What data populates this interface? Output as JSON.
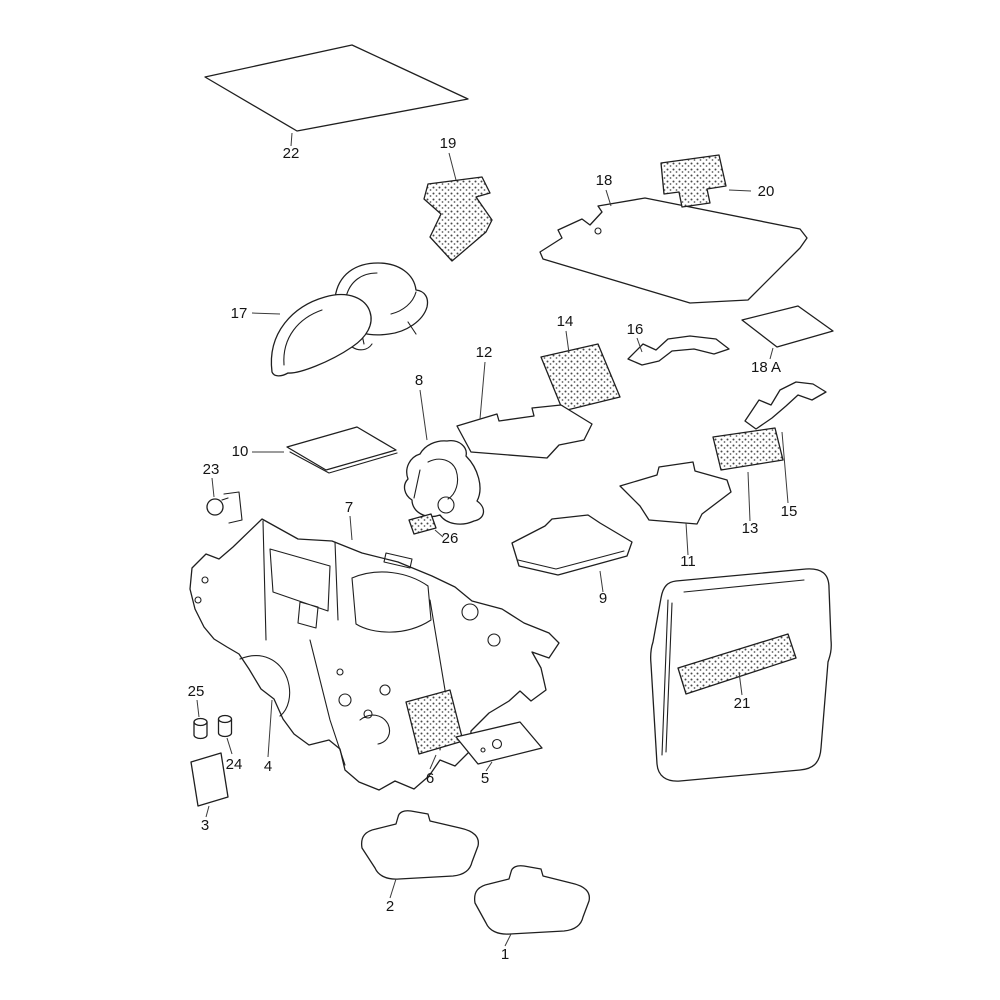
{
  "colors": {
    "background": "#ffffff",
    "line": "#1f1f1f",
    "stipple_dot": "#4a4a4a"
  },
  "diagram": {
    "labels": {
      "p1": "1",
      "p2": "2",
      "p3": "3",
      "p4": "4",
      "p5": "5",
      "p6": "6",
      "p7": "7",
      "p8": "8",
      "p9": "9",
      "p10": "10",
      "p11": "11",
      "p12": "12",
      "p13": "13",
      "p14": "14",
      "p15": "15",
      "p16": "16",
      "p17": "17",
      "p18": "18",
      "p18a": "18 A",
      "p19": "19",
      "p20": "20",
      "p21": "21",
      "p22": "22",
      "p23": "23",
      "p24": "24",
      "p25": "25",
      "p26": "26"
    }
  }
}
